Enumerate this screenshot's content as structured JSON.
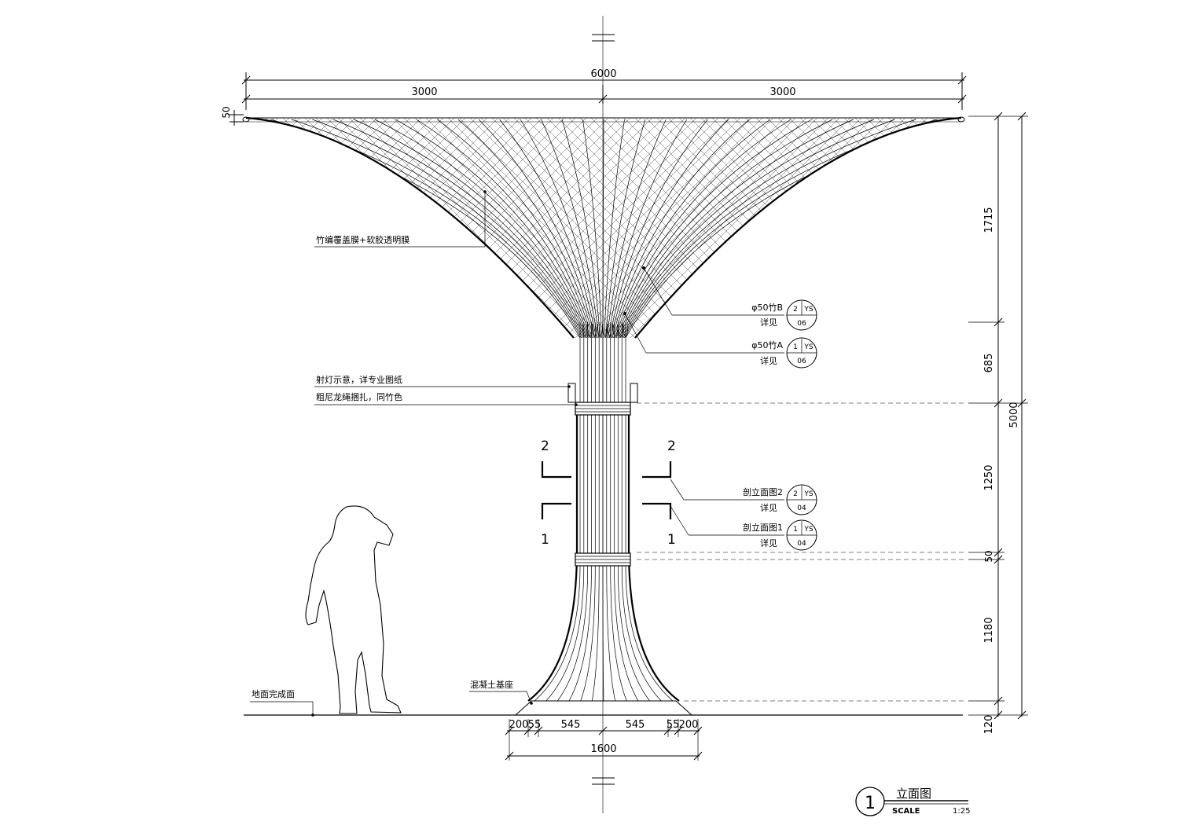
{
  "dimensions": {
    "top_total": "6000",
    "top_left": "3000",
    "top_right": "3000",
    "rim": "50",
    "right_1715": "1715",
    "right_685": "685",
    "right_1250": "1250",
    "right_50": "50",
    "right_1180": "1180",
    "right_120": "120",
    "right_total": "5000",
    "bottom_200_left": "200",
    "bottom_55_left": "55",
    "bottom_545_left": "545",
    "bottom_545_right": "545",
    "bottom_55_right": "55",
    "bottom_200_right": "200",
    "bottom_total": "1600"
  },
  "callouts": {
    "membrane": "竹编覆盖膜+软胶透明膜",
    "spotlight": "射灯示意，详专业图纸",
    "rope": "粗尼龙绳捆扎，同竹色",
    "ground": "地面完成面",
    "base": "混凝土基座"
  },
  "references": [
    {
      "title": "φ50竹B",
      "see": "详见",
      "num": "2",
      "code": "YS",
      "sheet": "06"
    },
    {
      "title": "φ50竹A",
      "see": "详见",
      "num": "1",
      "code": "YS",
      "sheet": "06"
    },
    {
      "title": "剖立面图2",
      "see": "详见",
      "num": "2",
      "code": "YS",
      "sheet": "04"
    },
    {
      "title": "剖立面图1",
      "see": "详见",
      "num": "1",
      "code": "YS",
      "sheet": "04"
    }
  ],
  "section_marks": {
    "upper": "2",
    "lower": "1"
  },
  "title_block": {
    "number": "1",
    "title": "立面图",
    "scale_label": "SCALE",
    "scale_value": "1:25"
  }
}
